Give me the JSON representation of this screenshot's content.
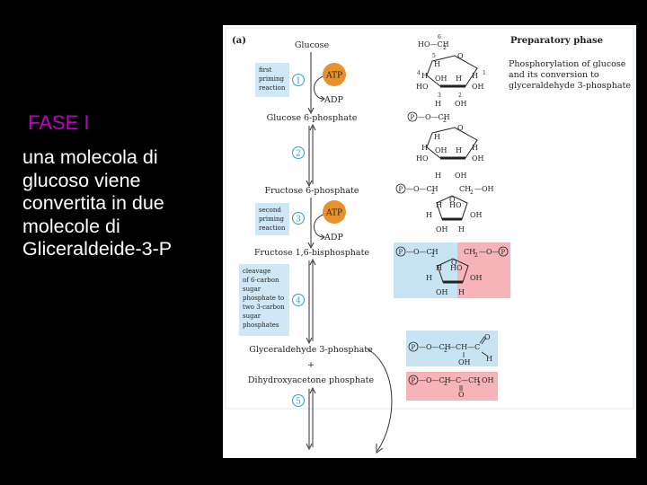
{
  "slide": {
    "heading": "FASE I",
    "body": "una molecola di glucoso viene convertita in due molecole di Gliceraldeide-3-P"
  },
  "figure": {
    "panel_label": "(a)",
    "phase_title": "Preparatory phase",
    "phase_desc": [
      "Phosphorylation of glucose",
      "and its conversion to",
      "glyceraldehyde 3-phosphate"
    ],
    "metabolites": {
      "glucose": "Glucose",
      "g6p": "Glucose 6-phosphate",
      "f6p": "Fructose 6-phosphate",
      "f16bp": "Fructose 1,6-bisphosphate",
      "gap": "Glyceraldehyde 3-phosphate",
      "plus": "+",
      "dhap": "Dihydroxyacetone phosphate"
    },
    "steps": [
      "1",
      "2",
      "3",
      "4",
      "5"
    ],
    "atp": "ATP",
    "adp": "ADP",
    "notes": {
      "first_priming": [
        "first",
        "priming",
        "reaction"
      ],
      "second_priming": [
        "second",
        "priming",
        "reaction"
      ],
      "cleavage": [
        "cleavage",
        "of 6-carbon",
        "sugar",
        "phosphate to",
        "two 3-carbon",
        "sugar",
        "phosphates"
      ]
    },
    "colors": {
      "atp": "#e8912b",
      "note_bg": "#cfe8f7",
      "blue_box": "#c7e3f4",
      "pink_box": "#f6b4b9",
      "step_circle": "#2f9ad6",
      "slide_heading": "#c000c0"
    },
    "structures": {
      "glucose": {
        "top": "HO—CH",
        "sub2": "2",
        "c6": "6",
        "c5": "5",
        "c4": "4",
        "c3": "3",
        "c2": "2",
        "c1": "1",
        "O": "O",
        "H": "H",
        "OH": "OH",
        "HO": "HO"
      },
      "g6p": {
        "P": "P",
        "chain": "—O—CH",
        "sub2": "2",
        "O": "O",
        "H": "H",
        "OH": "OH",
        "HO": "HO"
      },
      "f6p": {
        "P": "P",
        "chain": "—O—CH",
        "sub2": "2",
        "ring_O": "O",
        "right": "CH",
        "right_end": "—OH",
        "H": "H",
        "HO": "HO",
        "OH": "OH"
      },
      "f16bp": {
        "P": "P",
        "chain": "—O—CH",
        "sub2": "2",
        "ring_O": "O",
        "right": "CH",
        "right_end": "—O—",
        "H": "H",
        "HO": "HO",
        "OH": "OH"
      },
      "gap": {
        "P": "P",
        "chain": "—O—CH",
        "sub2": "2",
        "mid": "—CH—C",
        "O": "O",
        "OH": "OH",
        "H": "H"
      },
      "dhap": {
        "P": "P",
        "chain": "—O—CH",
        "sub2": "2",
        "mid": "—C—CH",
        "end": "OH",
        "O": "O"
      }
    }
  }
}
